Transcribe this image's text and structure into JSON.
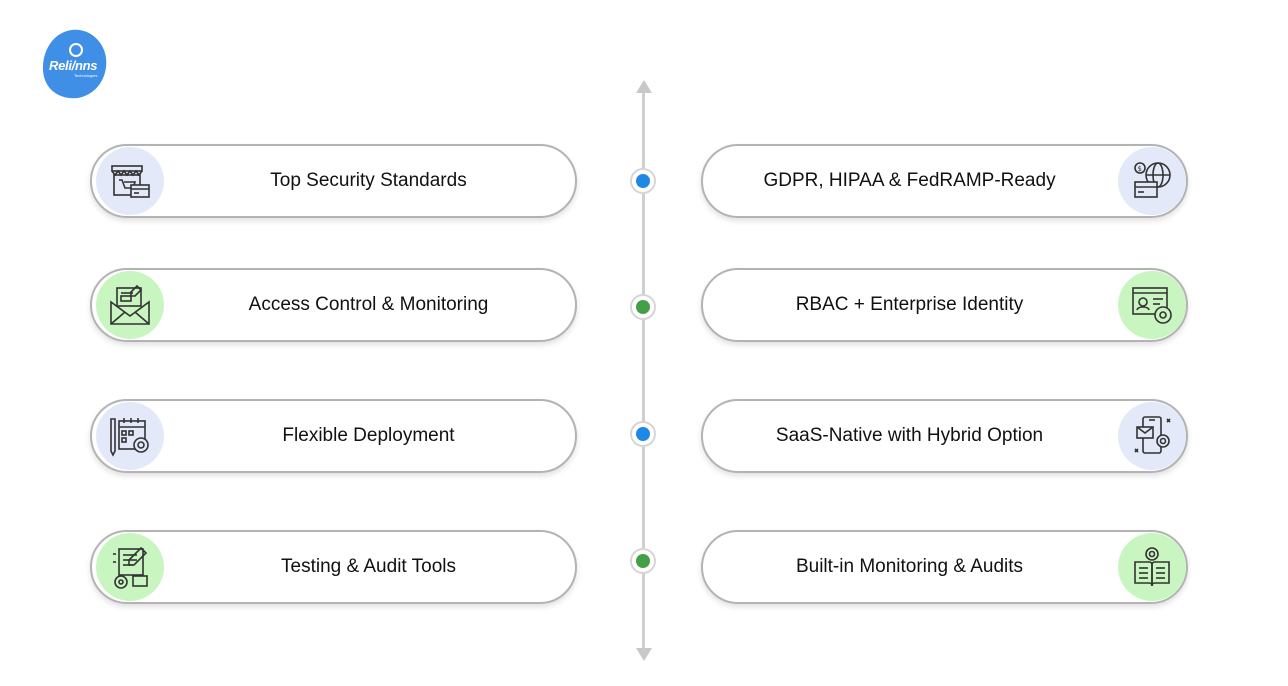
{
  "logo": {
    "text": "Reli/nns",
    "subtext": "Technologies",
    "color": "#3f8fe6"
  },
  "timeline": {
    "dot_colors": [
      "#1e88e5",
      "#43a047",
      "#1e88e5",
      "#43a047"
    ],
    "line_color": "#cfcfcf"
  },
  "left_items": [
    {
      "label": "Top Security Standards",
      "icon": "online-store-icon",
      "accent": "blue"
    },
    {
      "label": "Access Control & Monitoring",
      "icon": "mail-envelope-icon",
      "accent": "green"
    },
    {
      "label": "Flexible Deployment",
      "icon": "calendar-gear-icon",
      "accent": "blue"
    },
    {
      "label": "Testing & Audit Tools",
      "icon": "checklist-pencil-icon",
      "accent": "green"
    }
  ],
  "right_items": [
    {
      "label": "GDPR, HIPAA & FedRAMP-Ready",
      "icon": "globe-payment-icon",
      "accent": "blue"
    },
    {
      "label": "RBAC + Enterprise Identity",
      "icon": "profile-gear-icon",
      "accent": "green"
    },
    {
      "label": "SaaS-Native with Hybrid Option",
      "icon": "mobile-mail-gear-icon",
      "accent": "blue"
    },
    {
      "label": "Built-in Monitoring & Audits",
      "icon": "book-gear-icon",
      "accent": "green"
    }
  ]
}
